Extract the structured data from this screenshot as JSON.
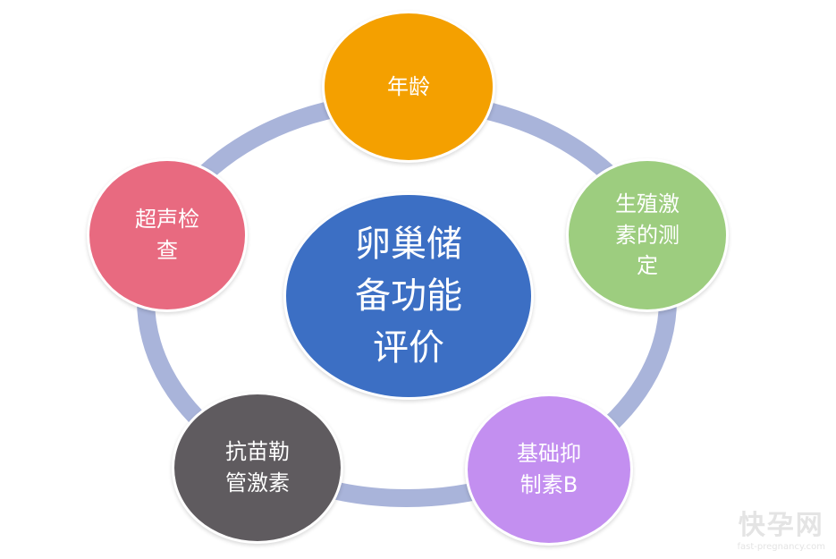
{
  "diagram": {
    "center": {
      "label": "卵巢储备功能评价",
      "color": "#3c6fc4"
    },
    "ring_color": "#a9b4da",
    "nodes": [
      {
        "label": "年龄",
        "color": "#f4a000"
      },
      {
        "label": "生殖激素的测定",
        "color": "#9dcd7f"
      },
      {
        "label": "基础抑制素B",
        "color": "#c38ff0"
      },
      {
        "label": "抗苗勒管激素",
        "color": "#5f5b5f"
      },
      {
        "label": "超声检查",
        "color": "#e86a80"
      }
    ]
  },
  "watermark": {
    "brand": "快孕网",
    "url": "fast-pregnancy.com"
  }
}
